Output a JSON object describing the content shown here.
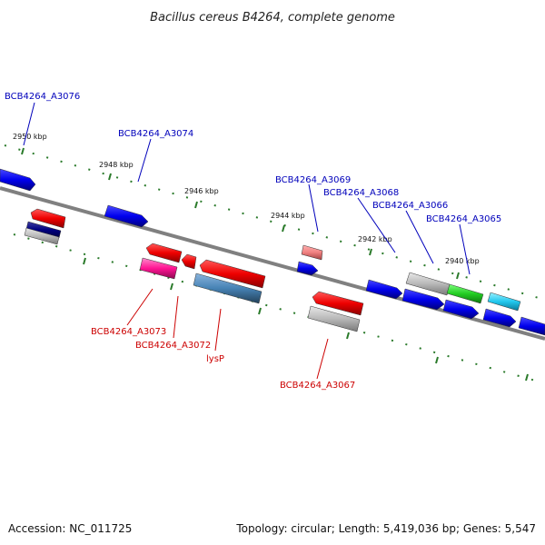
{
  "title": "Bacillus cereus B4264, complete genome",
  "footer": {
    "accession": "Accession: NC_011725",
    "summary": "Topology: circular; Length: 5,419,036 bp; Genes: 5,547"
  },
  "colors": {
    "forward_label": "#0000bb",
    "reverse_label": "#cc0000",
    "backbone": "#808080",
    "tick": "#2a7a2a"
  },
  "ticks": {
    "upper": [
      "2950 kbp",
      "2948 kbp",
      "2946 kbp",
      "2944 kbp",
      "2942 kbp",
      "2940 kbp"
    ]
  },
  "labels": {
    "forward": [
      "BCB4264_A3076",
      "BCB4264_A3074",
      "BCB4264_A3069",
      "BCB4264_A3068",
      "BCB4264_A3066",
      "BCB4264_A3065"
    ],
    "reverse": [
      "BCB4264_A3073",
      "BCB4264_A3072",
      "lysP",
      "BCB4264_A3067"
    ]
  }
}
